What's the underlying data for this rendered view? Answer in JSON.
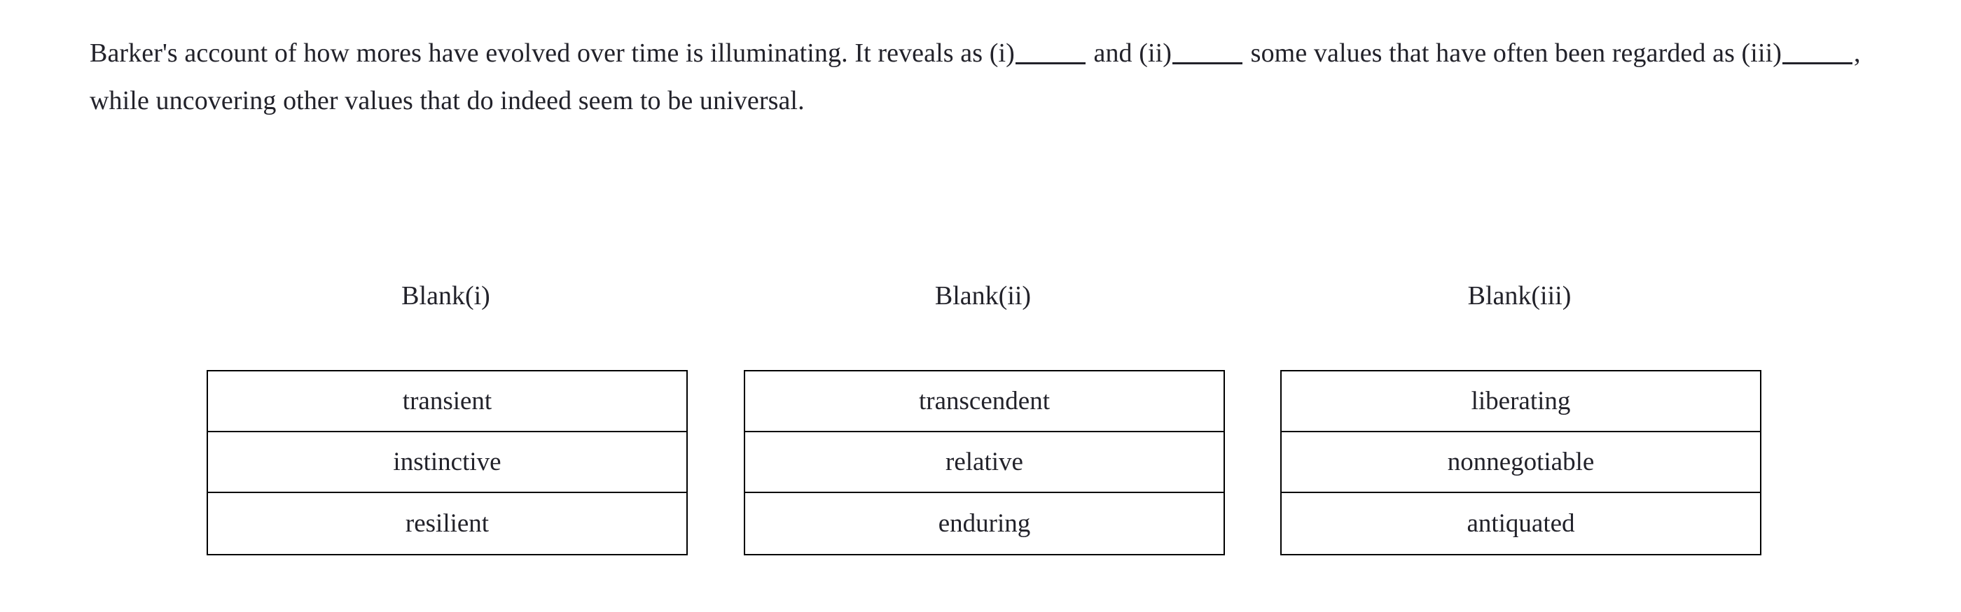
{
  "passage": {
    "segments": [
      {
        "type": "text",
        "value": "Barker's account of how mores have evolved over time is illuminating. It reveals as (i)"
      },
      {
        "type": "blank",
        "value": "_____",
        "name": "blank-i-inline"
      },
      {
        "type": "text",
        "value": " and (ii)"
      },
      {
        "type": "blank",
        "value": "_____",
        "name": "blank-ii-inline"
      },
      {
        "type": "text",
        "value": " some values that have often been regarded as (iii)"
      },
      {
        "type": "blank",
        "value": "_____",
        "name": "blank-iii-inline"
      },
      {
        "type": "text",
        "value": ", while uncovering other values that do indeed seem to be universal."
      }
    ],
    "full_text": "Barker's account of how mores have evolved over time is illuminating. It reveals as (i)_____ and (ii)_____ some values that have often been regarded as (iii)_____, while uncovering other values that do indeed seem to be universal."
  },
  "answer_columns": [
    {
      "header": "Blank(i)",
      "options": [
        {
          "label": "transient"
        },
        {
          "label": "instinctive"
        },
        {
          "label": "resilient"
        }
      ]
    },
    {
      "header": "Blank(ii)",
      "options": [
        {
          "label": "transcendent"
        },
        {
          "label": "relative"
        },
        {
          "label": "enduring"
        }
      ]
    },
    {
      "header": "Blank(iii)",
      "options": [
        {
          "label": "liberating"
        },
        {
          "label": "nonnegotiable"
        },
        {
          "label": "antiquated"
        }
      ]
    }
  ],
  "colors": {
    "page_background": "#ffffff",
    "text": "#22222a",
    "table_border": "#000000"
  }
}
